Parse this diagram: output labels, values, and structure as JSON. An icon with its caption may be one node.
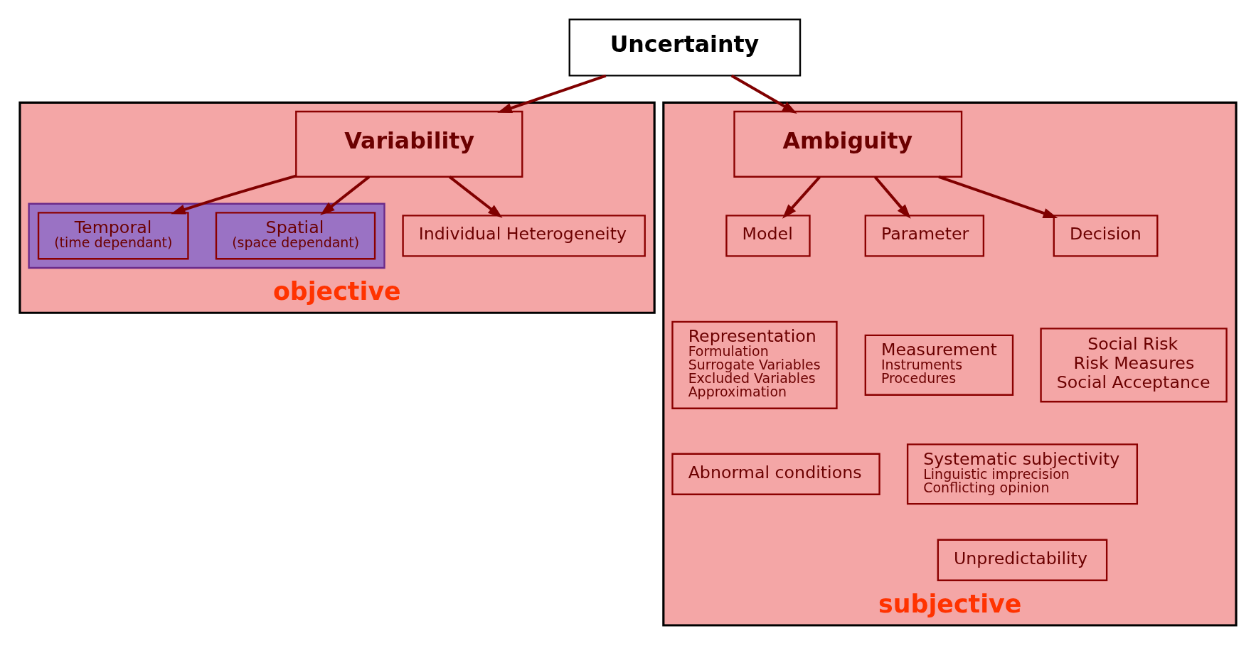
{
  "diagram": {
    "nodes": [
      {
        "text": [
          "Uncertainty"
        ]
      },
      {
        "text": [
          "objective"
        ]
      },
      {
        "text": [
          "Variability"
        ],
        "in": 1
      },
      {
        "text": [],
        "shape": "box",
        "in": 1
      },
      {
        "text": [
          "Temporal",
          "(time dependant)"
        ],
        "in": 3
      },
      {
        "text": [
          "Spatial",
          "(space dependant)"
        ],
        "in": 3
      },
      {
        "text": [
          "Individual Heterogeneity"
        ],
        "in": 1
      },
      {
        "text": [
          "subjective"
        ]
      },
      {
        "text": [
          "Ambiguity"
        ],
        "in": 7
      },
      {
        "text": [
          "Model"
        ],
        "in": 7
      },
      {
        "text": [
          "Parameter"
        ],
        "in": 7
      },
      {
        "text": [
          "Decision"
        ],
        "in": 7
      },
      {
        "text": [
          "Representation",
          "Formulation",
          "Surrogate Variables",
          "Excluded Variables",
          "Approximation"
        ],
        "in": 7
      },
      {
        "text": [
          "Abnormal conditions"
        ],
        "in": 7
      },
      {
        "text": [
          "Measurement",
          "Instruments",
          "Procedures"
        ],
        "in": 7
      },
      {
        "text": [
          "Systematic subjectivity",
          "Linguistic imprecision",
          "Conflicting opinion"
        ],
        "in": 7
      },
      {
        "text": [
          "Unpredictability"
        ],
        "in": 7
      },
      {
        "text": [
          "Social Risk",
          "Risk Measures",
          "Social Acceptance"
        ],
        "in": 7
      }
    ],
    "edges": [
      {
        "from": 0,
        "to": 2,
        "arrow": "to"
      },
      {
        "from": 0,
        "to": 8,
        "arrow": "to"
      },
      {
        "from": 2,
        "to": 4,
        "arrow": "to"
      },
      {
        "from": 2,
        "to": 5,
        "arrow": "to"
      },
      {
        "from": 2,
        "to": 6,
        "arrow": "to"
      },
      {
        "from": 8,
        "to": 9,
        "arrow": "to"
      },
      {
        "from": 8,
        "to": 10,
        "arrow": "to"
      },
      {
        "from": 8,
        "to": 11,
        "arrow": "to"
      }
    ]
  }
}
